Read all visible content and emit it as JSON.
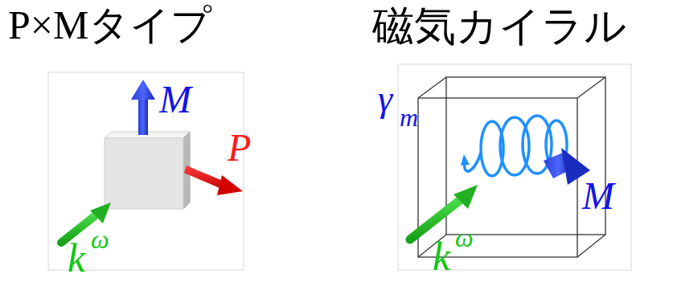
{
  "diagram": {
    "labels": [
      "P×Mタイプ",
      "M",
      "P",
      "k",
      "ω",
      "磁気カイラル",
      "γ",
      "m",
      "M",
      "k",
      "ω"
    ]
  }
}
